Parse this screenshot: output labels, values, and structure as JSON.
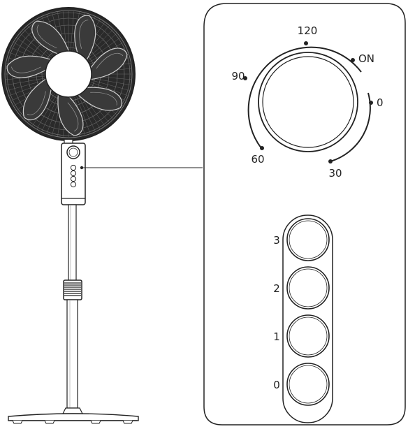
{
  "colors": {
    "line": "#222222",
    "blade": "#3a3a3a",
    "background": "#ffffff"
  },
  "timer_dial": {
    "marks": [
      {
        "id": "120",
        "label": "120"
      },
      {
        "id": "on",
        "label": "ON"
      },
      {
        "id": "0",
        "label": "0"
      },
      {
        "id": "30",
        "label": "30"
      },
      {
        "id": "60",
        "label": "60"
      },
      {
        "id": "90",
        "label": "90"
      }
    ]
  },
  "speed_buttons": [
    {
      "id": "3",
      "label": "3"
    },
    {
      "id": "2",
      "label": "2"
    },
    {
      "id": "1",
      "label": "1"
    },
    {
      "id": "0",
      "label": "0"
    }
  ]
}
